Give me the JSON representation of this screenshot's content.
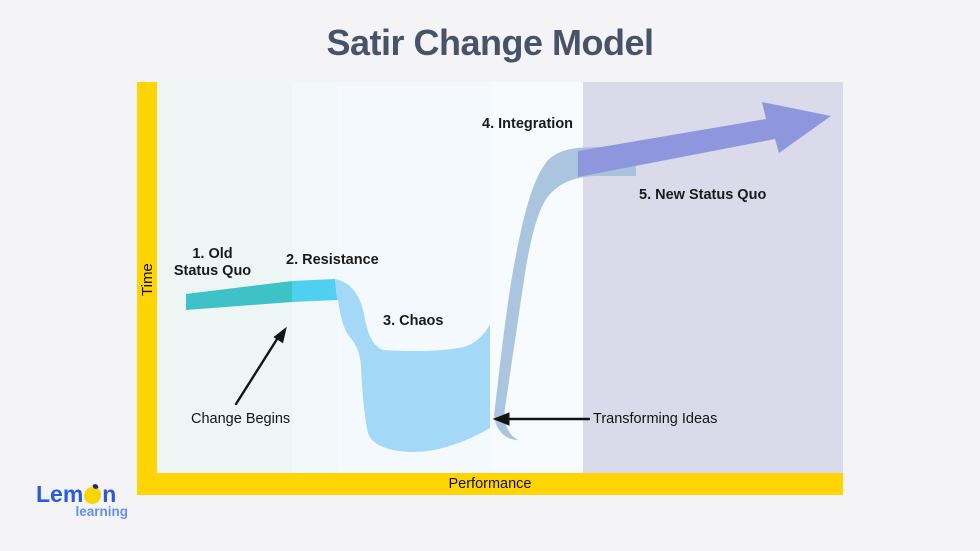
{
  "title": "Satir Change Model",
  "axes": {
    "y": "Time",
    "x": "Performance"
  },
  "stages": [
    {
      "label": "1. Old\nStatus Quo"
    },
    {
      "label": "2. Resistance"
    },
    {
      "label": "3. Chaos"
    },
    {
      "label": "4. Integration"
    },
    {
      "label": "5. New Status Quo"
    }
  ],
  "annotations": [
    {
      "label": "Change Begins"
    },
    {
      "label": "Transforming Ideas"
    }
  ],
  "logo": {
    "brand_prefix": "Lem",
    "brand_suffix": "n",
    "tagline": "learning"
  },
  "colors": {
    "axis_yellow": "#ffd404",
    "old_status_quo_band": "#3ec2c7",
    "resistance_band": "#4fd0f0",
    "chaos_band": "#a3d8f7",
    "integration_band": "#a6c2de",
    "new_status_quo_arrow": "#8e97de",
    "late_stage_panel": "#dadaeb",
    "title_text": "#485369",
    "annotation_ink": "#141414"
  },
  "diagram": {
    "type": "process-curve",
    "x_axis": "Performance",
    "y_axis": "Time",
    "stage_sequence": [
      "1. Old Status Quo",
      "2. Resistance",
      "3. Chaos",
      "4. Integration",
      "5. New Status Quo"
    ],
    "event_markers": [
      "Change Begins",
      "Transforming Ideas"
    ]
  }
}
